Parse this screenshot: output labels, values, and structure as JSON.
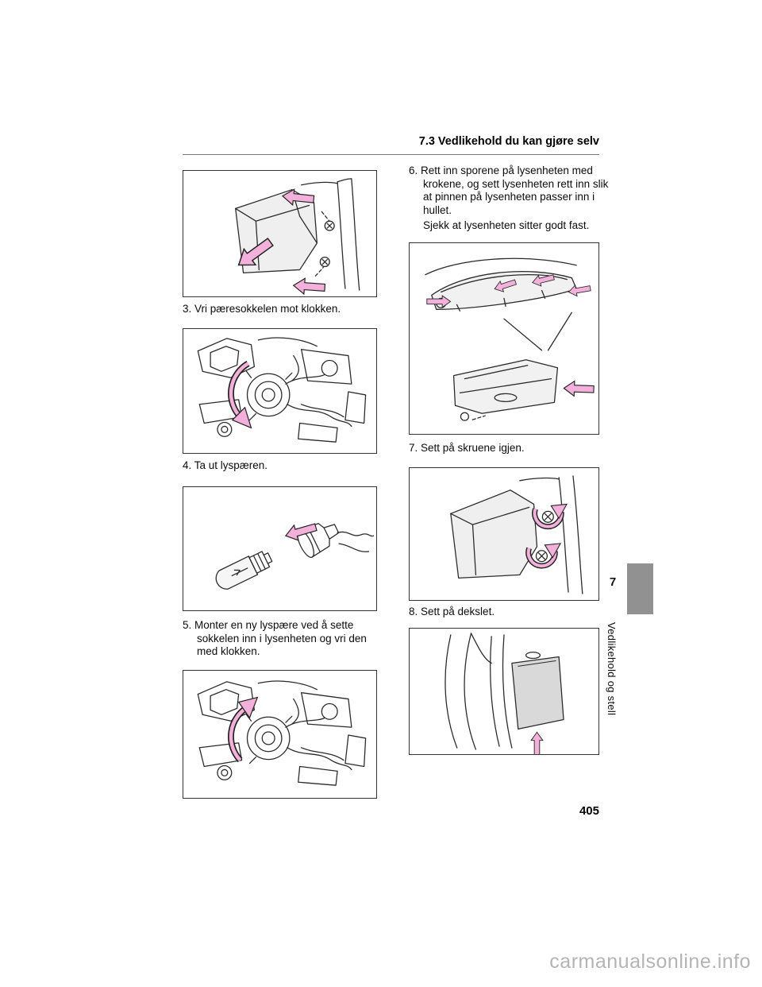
{
  "header": {
    "section": "7.3  Vedlikehold du kan gjøre selv"
  },
  "steps": {
    "step3": "3. Vri pæresokkelen mot klokken.",
    "step4": "4. Ta ut lyspæren.",
    "step5": "5. Monter en ny lyspære ved å sette sokkelen inn i lysenheten og vri den med klokken.",
    "step6": "6. Rett inn sporene på lysenheten med krokene, og sett lysenheten rett inn slik at pinnen på lysenheten passer inn i hullet.",
    "step6_note": "Sjekk at lysenheten sitter godt fast.",
    "step7": "7. Sett på skruene igjen.",
    "step8": "8. Sett på dekslet."
  },
  "sidebar": {
    "chapter_number": "7",
    "chapter_label": "Vedlikehold og stell"
  },
  "footer": {
    "page_number": "405",
    "watermark": "carmanualsonline.info"
  },
  "colors": {
    "arrow_pink": "#f3b0da",
    "tab_gray": "#919191",
    "watermark_gray": "#b4b4b4"
  }
}
